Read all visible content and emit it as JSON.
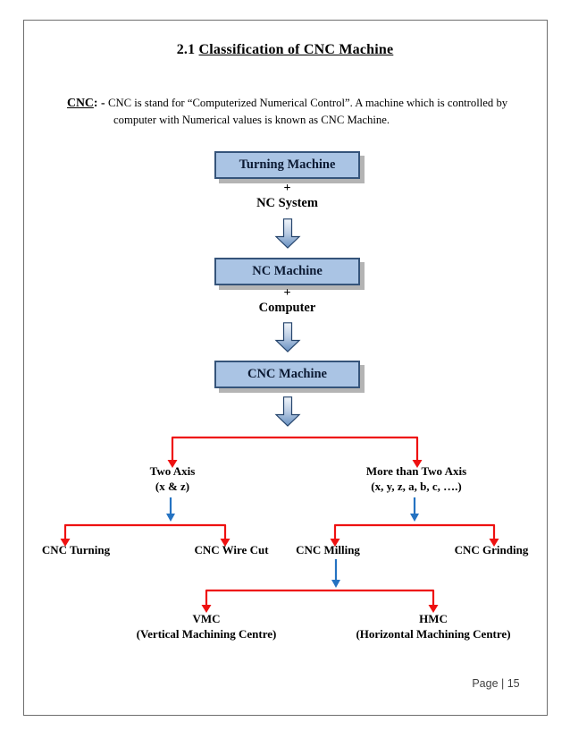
{
  "page": {
    "title_prefix": "2.1",
    "title_main": "Classification of CNC Machine",
    "page_number": "Page | 15"
  },
  "intro": {
    "term": "CNC",
    "separator": ": - ",
    "definition": "CNC is stand for “Computerized Numerical Control”. A machine which is controlled by computer with Numerical values is known as CNC Machine."
  },
  "flowchart": {
    "boxes": [
      {
        "label": "Turning Machine"
      },
      {
        "label": "NC Machine"
      },
      {
        "label": "CNC Machine"
      }
    ],
    "plus": "+",
    "addends": [
      "NC System",
      "Computer"
    ],
    "axis_groups": [
      {
        "title": "Two Axis",
        "sub": "(x & z)"
      },
      {
        "title": "More than Two Axis",
        "sub": "(x, y, z, a, b, c, ….)"
      }
    ],
    "machines": [
      "CNC Turning",
      "CNC Wire Cut",
      "CNC Milling",
      "CNC Grinding"
    ],
    "milling_types": [
      {
        "abbr": "VMC",
        "full": "(Vertical Machining Centre)"
      },
      {
        "abbr": "HMC",
        "full": "(Horizontal Machining Centre)"
      }
    ]
  },
  "colors": {
    "box_fill": "#aac4e4",
    "box_border": "#35547a",
    "box_shadow": "#b4b4b4",
    "connector_red": "#ee1111",
    "connector_blue": "#2573c2",
    "arrow_gradient_top": "#f2f6fb",
    "arrow_gradient_mid": "#b9cbe3",
    "arrow_gradient_bottom": "#6790c1",
    "arrow_outline": "#24436b"
  }
}
